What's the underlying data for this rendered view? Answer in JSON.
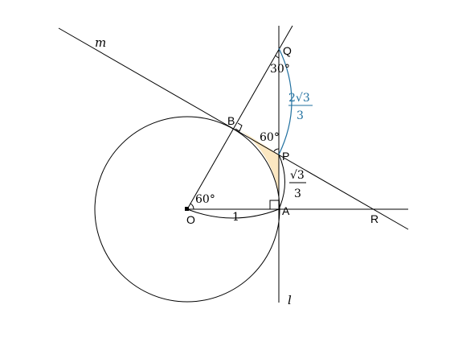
{
  "points": {
    "O": "O",
    "A": "A",
    "B": "B",
    "P": "P",
    "Q": "Q",
    "R": "R"
  },
  "lines": {
    "m": "m",
    "l": "l"
  },
  "angles": {
    "aob": "60°",
    "pbq": "60°",
    "bqp": "30°"
  },
  "lengths": {
    "oa": "1",
    "ap": {
      "num": "√3",
      "den": "3"
    },
    "pq": {
      "num": "2√3",
      "den": "3"
    }
  },
  "colors": {
    "shade": "#fbe7c1",
    "pq_arc": "#1f6f9f",
    "stroke": "#000000"
  }
}
